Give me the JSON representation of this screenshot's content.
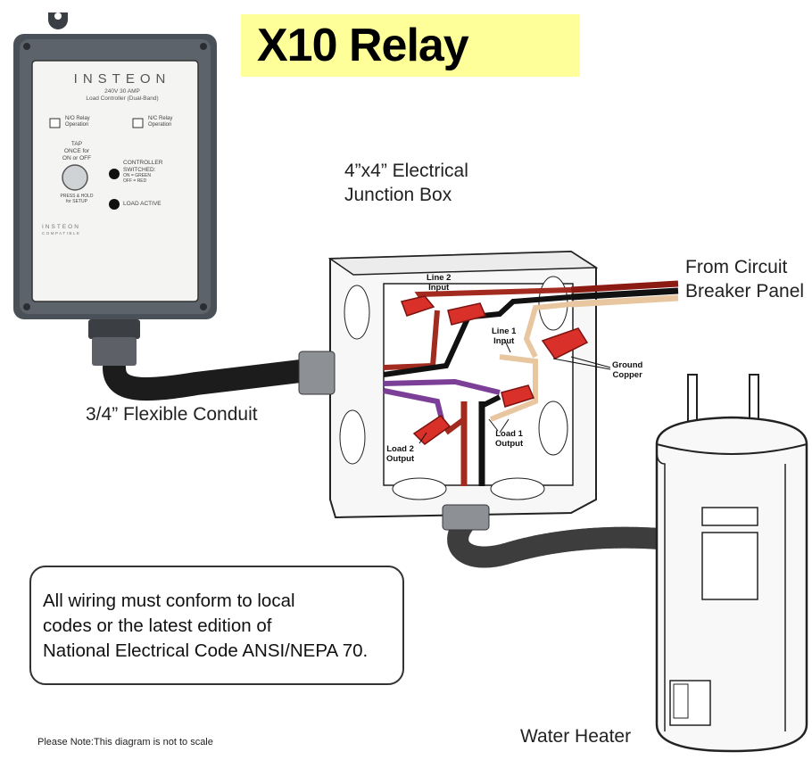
{
  "title": "X10 Relay",
  "labels": {
    "junction_box": [
      "4”x4” Electrical",
      "Junction Box"
    ],
    "breaker_panel": [
      "From Circuit",
      "Breaker Panel"
    ],
    "conduit": "3/4” Flexible Conduit",
    "water_heater": "Water Heater"
  },
  "wire_tags": {
    "line2_input": [
      "Line 2",
      "Input"
    ],
    "line1_input": [
      "Line 1",
      "Input"
    ],
    "ground": [
      "Ground",
      "Copper"
    ],
    "load2_output": [
      "Load 2",
      "Output"
    ],
    "load1_output": [
      "Load 1",
      "Output"
    ]
  },
  "controller": {
    "brand": "INSTEON",
    "spec_line1": "240V 30 AMP",
    "spec_line2": "Load Controller (Dual-Band)",
    "no_relay": [
      "N/O Relay",
      "Operation"
    ],
    "nc_relay": [
      "N/C Relay",
      "Operation"
    ],
    "tap": [
      "TAP",
      "ONCE for",
      "ON or OFF"
    ],
    "press_hold": [
      "PRESS & HOLD",
      "for SETUP"
    ],
    "controller_switched": [
      "CONTROLLER",
      "SWITCHED:"
    ],
    "switched_colors": [
      "ON = GREEN",
      "OFF = RED"
    ],
    "load_active": "LOAD ACTIVE",
    "compatible_brand": "INSTEON",
    "compatible": "COMPATIBLE"
  },
  "note_lines": [
    "All wiring must conform to local",
    "codes or the latest edition of",
    "National Electrical Code ANSI/NEPA 70."
  ],
  "footnote": "Please Note:This diagram is not to scale",
  "colors": {
    "title_bg": "#ffff99",
    "wire_red": "#c0392b",
    "wire_black": "#111111",
    "wire_tan": "#e8c7a0",
    "wire_purple": "#7b3f98",
    "wire_nut": "#d9302a",
    "conduit": "#222222"
  }
}
